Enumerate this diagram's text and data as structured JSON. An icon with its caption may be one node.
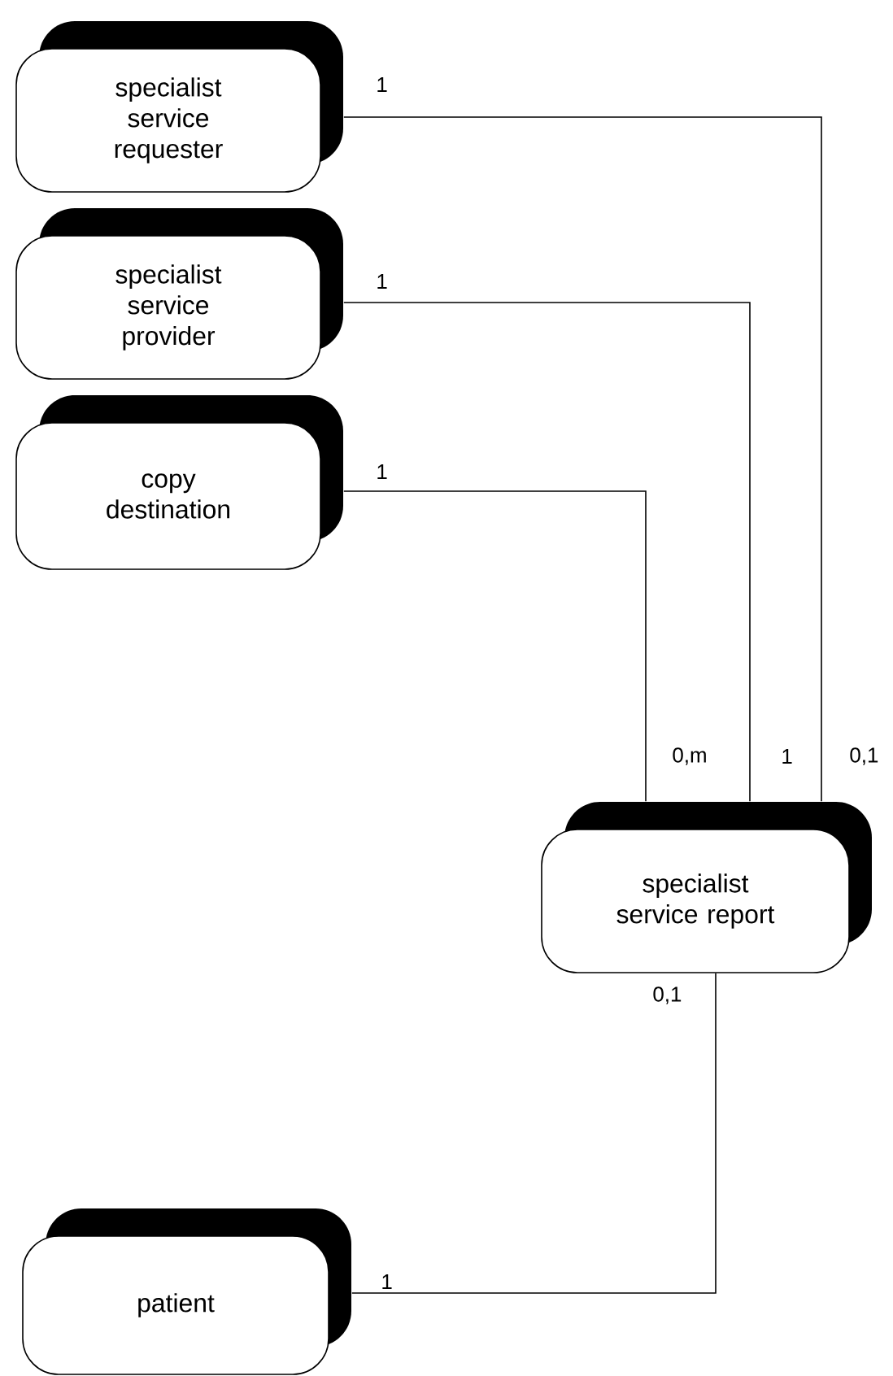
{
  "diagram": {
    "nodes": [
      {
        "text": [
          "specialist service requester"
        ]
      },
      {
        "text": [
          "specialist service provider"
        ]
      },
      {
        "text": [
          "copy destination"
        ]
      },
      {
        "text": [
          "specialist service report"
        ]
      },
      {
        "text": [
          "patient"
        ]
      }
    ],
    "edges": [
      {
        "from": 0,
        "to": 3,
        "arrow": "none"
      },
      {
        "from": 1,
        "to": 3,
        "arrow": "none"
      },
      {
        "from": 2,
        "to": 3,
        "arrow": "none"
      },
      {
        "from": 3,
        "to": 4,
        "arrow": "none"
      }
    ],
    "labels": [
      "1",
      "1",
      "1",
      "0,m",
      "1",
      "0,1",
      "0,1",
      "1"
    ]
  }
}
